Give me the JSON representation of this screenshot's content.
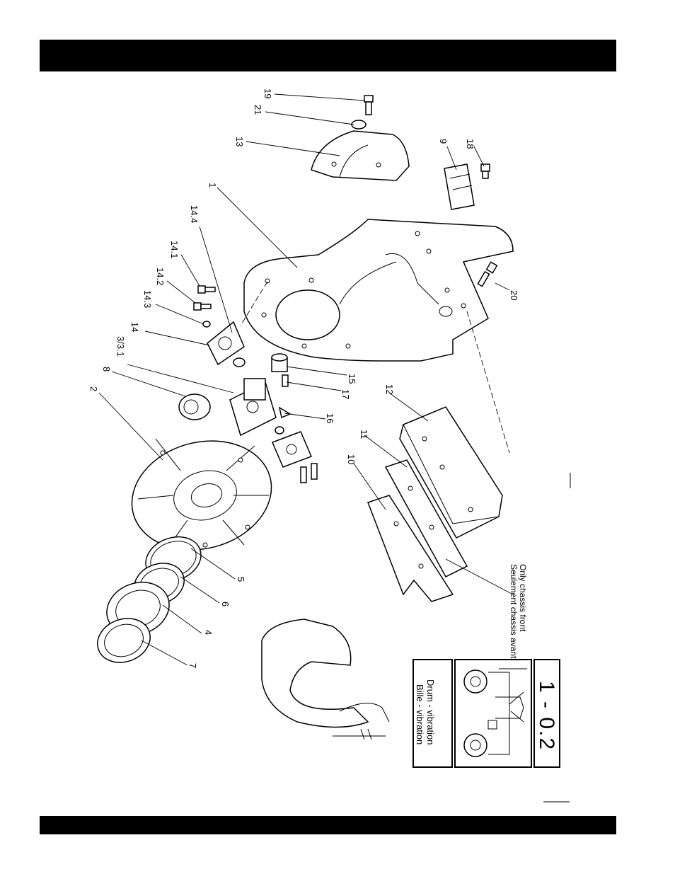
{
  "callouts": [
    {
      "id": "c19",
      "text": "19"
    },
    {
      "id": "c21",
      "text": "21"
    },
    {
      "id": "c13",
      "text": "13"
    },
    {
      "id": "c9",
      "text": "9"
    },
    {
      "id": "c18",
      "text": "18"
    },
    {
      "id": "c1",
      "text": "1"
    },
    {
      "id": "c14_4",
      "text": "14.4"
    },
    {
      "id": "c14_1",
      "text": "14.1"
    },
    {
      "id": "c14_2",
      "text": "14.2"
    },
    {
      "id": "c14_3",
      "text": "14.3"
    },
    {
      "id": "c14",
      "text": "14"
    },
    {
      "id": "c3_3_1",
      "text": "3/3.1"
    },
    {
      "id": "c8",
      "text": "8"
    },
    {
      "id": "c2",
      "text": "2"
    },
    {
      "id": "c20",
      "text": "20"
    },
    {
      "id": "c15",
      "text": "15"
    },
    {
      "id": "c17",
      "text": "17"
    },
    {
      "id": "c16",
      "text": "16"
    },
    {
      "id": "c12",
      "text": "12"
    },
    {
      "id": "c11",
      "text": "11"
    },
    {
      "id": "c10",
      "text": "10"
    },
    {
      "id": "c5",
      "text": "5"
    },
    {
      "id": "c6",
      "text": "6"
    },
    {
      "id": "c4",
      "text": "4"
    },
    {
      "id": "c7",
      "text": "7"
    }
  ],
  "note": {
    "line1": "Only chassis front",
    "line2": "Seulement chassis avant"
  },
  "title_block": {
    "desc_line1": "Drum - vibration",
    "desc_line2": "Bille - vibration",
    "figure_number": "1 - 0.2"
  }
}
